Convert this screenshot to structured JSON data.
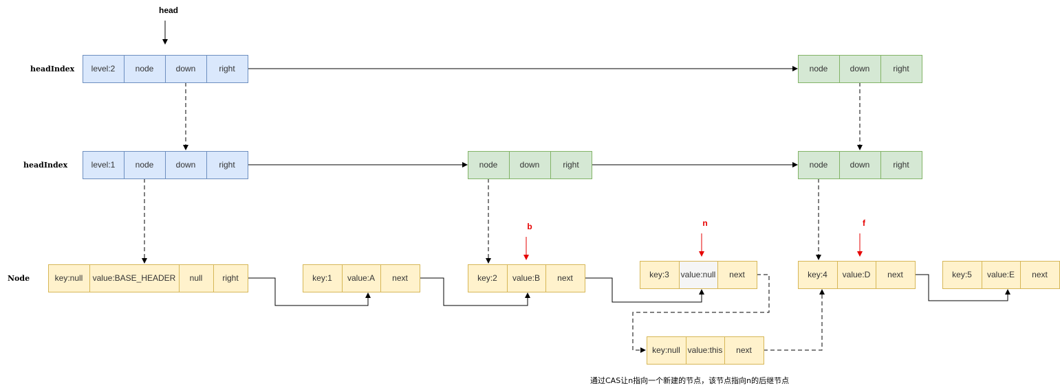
{
  "colors": {
    "index_blue_fill": "#dae8fc",
    "index_blue_stroke": "#6c8ebf",
    "index_green_fill": "#d5e8d4",
    "index_green_stroke": "#82b366",
    "node_fill": "#fff2cc",
    "node_stroke": "#d6b656",
    "node_gray_fill": "#f5f5f5",
    "pointer_red": "#e60000",
    "line": "#000000"
  },
  "labels": {
    "head": "head",
    "b": "b",
    "n": "n",
    "f": "f"
  },
  "rows": {
    "level2": "headIndex",
    "level1": "headIndex",
    "nodes": "Node"
  },
  "head_index_2": [
    "level:2",
    "node",
    "down",
    "right"
  ],
  "head_index_1": [
    "level:1",
    "node",
    "down",
    "right"
  ],
  "index_l2_right": [
    "node",
    "down",
    "right"
  ],
  "index_l1_mid": [
    "node",
    "down",
    "right"
  ],
  "index_l1_right": [
    "node",
    "down",
    "right"
  ],
  "node_header": [
    "key:null",
    "value:BASE_HEADER",
    "null",
    "right"
  ],
  "node_1": [
    "key:1",
    "value:A",
    "next"
  ],
  "node_2": [
    "key:2",
    "value:B",
    "next"
  ],
  "node_3": [
    "key:3",
    "value:null",
    "next"
  ],
  "node_4": [
    "key:4",
    "value:D",
    "next"
  ],
  "node_5": [
    "key:5",
    "value:E",
    "next"
  ],
  "marker_node": [
    "key:null",
    "value:this",
    "next"
  ],
  "caption": "通过CAS让n指向一个新建的节点，该节点指向n的后继节点"
}
